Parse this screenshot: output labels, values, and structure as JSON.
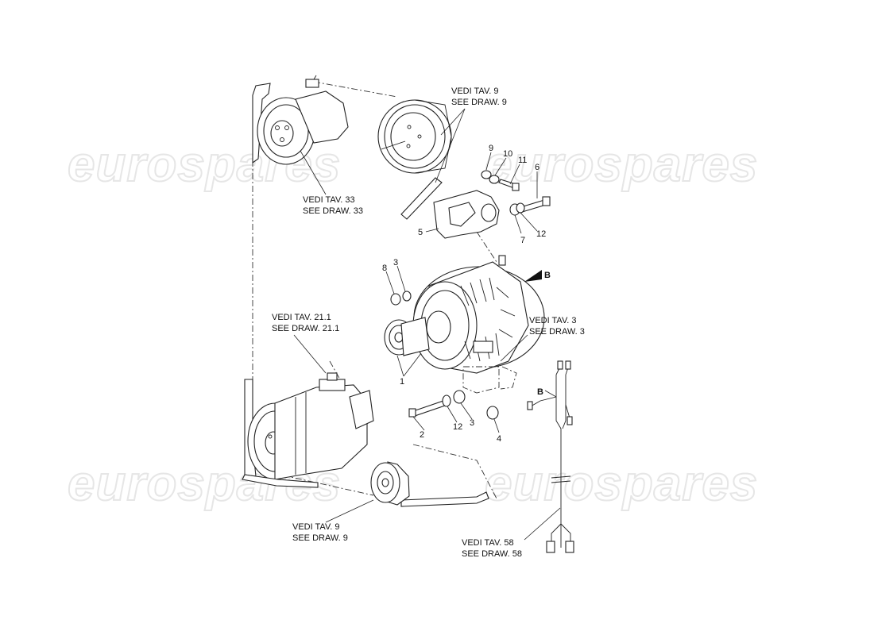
{
  "watermark": "eurospares",
  "callouts": {
    "pump_ref": [
      "VEDI TAV. 33",
      "SEE DRAW. 33"
    ],
    "crank_pulley_ref": [
      "VEDI TAV. 9",
      "SEE DRAW. 9"
    ],
    "compressor_ref": [
      "VEDI TAV. 21.1",
      "SEE DRAW. 21.1"
    ],
    "alternator_ref": [
      "VEDI TAV. 3",
      "SEE DRAW. 3"
    ],
    "tensioner_ref": [
      "VEDI TAV. 9",
      "SEE DRAW. 9"
    ],
    "harness_ref": [
      "VEDI TAV. 58",
      "SEE DRAW. 58"
    ]
  },
  "part_numbers": {
    "p1": "1",
    "p2": "2",
    "p3a": "3",
    "p3b": "3",
    "p4": "4",
    "p5": "5",
    "p6": "6",
    "p7": "7",
    "p8": "8",
    "p9": "9",
    "p10": "10",
    "p11": "11",
    "p12a": "12",
    "p12b": "12"
  },
  "markers": {
    "b_alternator": "B",
    "b_harness": "B"
  }
}
